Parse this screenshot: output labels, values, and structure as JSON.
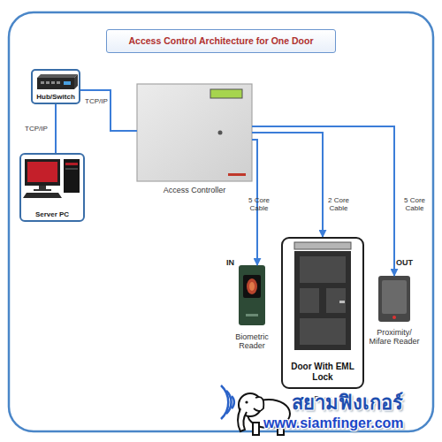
{
  "diagram": {
    "title": "Access Control Architecture for One Door",
    "nodes": [
      {
        "text": [
          "Hub/Switch"
        ]
      },
      {
        "text": [
          "Access Controller"
        ]
      },
      {
        "text": [
          "Server PC"
        ]
      },
      {
        "text": [
          "Biometric Reader"
        ]
      },
      {
        "text": [
          "Door With EML Lock",
          "Door"
        ]
      },
      {
        "text": [
          "Proximity/ Mifare Reader"
        ]
      }
    ],
    "edges": [
      {
        "from": 0,
        "to": 1,
        "arrow": "none",
        "label": "TCP/IP"
      },
      {
        "from": 0,
        "to": 2,
        "arrow": "none",
        "label": "TCP/IP"
      },
      {
        "from": 1,
        "to": 3,
        "arrow": "to",
        "label": "5 Core Cable"
      },
      {
        "from": 1,
        "to": 4,
        "arrow": "to",
        "label": "2 Core Cable"
      },
      {
        "from": 1,
        "to": 5,
        "arrow": "to",
        "label": "5 Core Cable"
      }
    ],
    "labels": [
      "IN",
      "OUT",
      "สยามฟิงเกอร์",
      "www.siamfinger.com"
    ]
  }
}
